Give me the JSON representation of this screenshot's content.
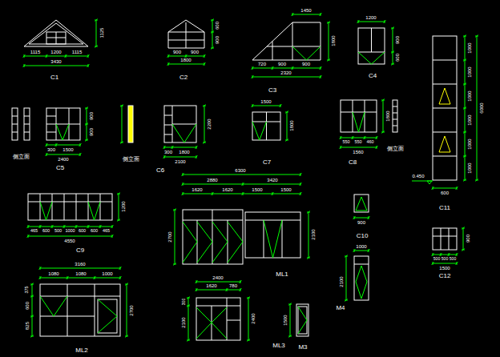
{
  "diagram": {
    "labels": [
      "1115",
      "1200",
      "1115",
      "3430",
      "1125",
      "C1",
      "900",
      "900",
      "1800",
      "600",
      "900",
      "C2",
      "1450",
      "720",
      "900",
      "900",
      "2320",
      "1800",
      "C3",
      "1200",
      "900",
      "600",
      "C4",
      "侧立面",
      "300",
      "1500",
      "2400",
      "900",
      "900",
      "C5",
      "侧立面",
      "2200",
      "300",
      "1800",
      "2100",
      "C6",
      "1500",
      "1800",
      "C7",
      "550",
      "550",
      "460",
      "1560",
      "1800",
      "侧立面",
      "C8",
      "1000",
      "1000",
      "1000",
      "1000",
      "1000",
      "1000",
      "6000",
      "0.450",
      "600",
      "C11",
      "465",
      "600",
      "500",
      "1000",
      "600",
      "600",
      "465",
      "4550",
      "1200",
      "C9",
      "6300",
      "2880",
      "3420",
      "1620",
      "1620",
      "1500",
      "1500",
      "2700",
      "2100",
      "ML1",
      "900",
      "C10",
      "500",
      "500",
      "500",
      "1500",
      "900",
      "C12",
      "3160",
      "1080",
      "1080",
      "1000",
      "375",
      "600",
      "825",
      "2700",
      "ML2",
      "2400",
      "1620",
      "780",
      "300",
      "2100",
      "2400",
      "ML3",
      "1500",
      "M3",
      "1000",
      "2100",
      "M4"
    ]
  }
}
